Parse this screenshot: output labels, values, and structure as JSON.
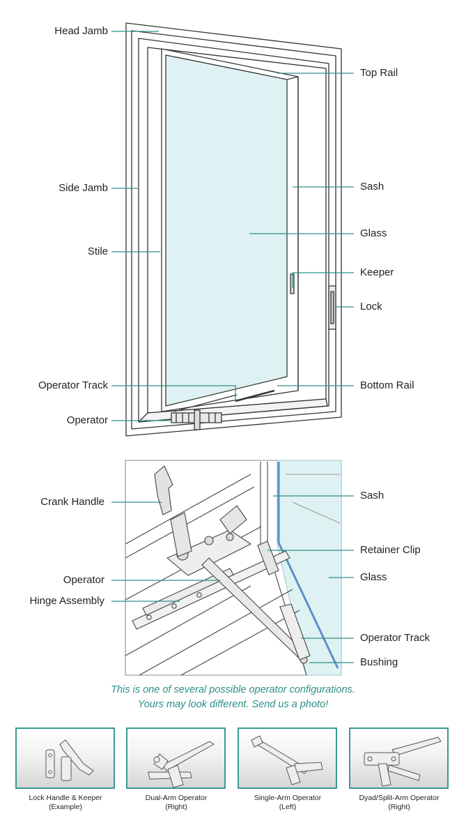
{
  "labels": {
    "head_jamb": "Head Jamb",
    "top_rail": "Top Rail",
    "side_jamb": "Side Jamb",
    "sash": "Sash",
    "glass": "Glass",
    "stile": "Stile",
    "keeper": "Keeper",
    "lock": "Lock",
    "operator_track": "Operator Track",
    "bottom_rail": "Bottom Rail",
    "operator": "Operator"
  },
  "detail_labels": {
    "crank_handle": "Crank Handle",
    "sash": "Sash",
    "retainer_clip": "Retainer Clip",
    "operator": "Operator",
    "glass": "Glass",
    "hinge_assembly": "Hinge Assembly",
    "operator_track": "Operator Track",
    "bushing": "Bushing"
  },
  "note": {
    "line1": "This is one of several possible operator configurations.",
    "line2": "Yours may look different. Send us a photo!"
  },
  "thumbnails": [
    {
      "line1": "Lock Handle & Keeper",
      "line2": "(Example)"
    },
    {
      "line1": "Dual-Arm Operator",
      "line2": "(Right)"
    },
    {
      "line1": "Single-Arm Operator",
      "line2": "(Left)"
    },
    {
      "line1": "Dyad/Split-Arm Operator",
      "line2": "(Right)"
    }
  ],
  "colors": {
    "leader": "#2e9089",
    "glass": "#dff2f3",
    "frame_stroke": "#333333",
    "accent_teal": "#3a9a90"
  }
}
